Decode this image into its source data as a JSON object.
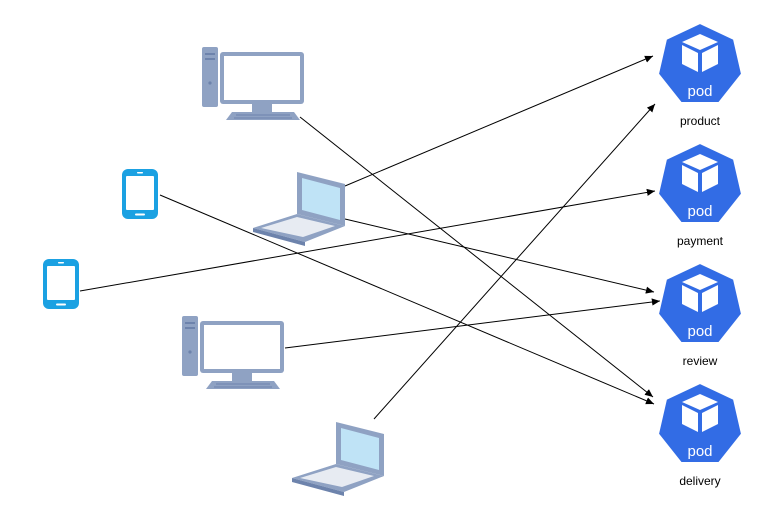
{
  "colors": {
    "pod_fill": "#326CE5",
    "pod_stroke": "#ffffff",
    "device_frame": "#8FA2C3",
    "device_frame_dark": "#6D83AC",
    "device_light": "#E7EBF2",
    "screen_white": "#ffffff",
    "laptop_screen": "#BFE3F6",
    "phone_blue": "#1BA1E2",
    "arrow": "#000000"
  },
  "pods": [
    {
      "id": "product",
      "label": "product",
      "icon_text": "pod",
      "icon": "kubernetes-pod-icon"
    },
    {
      "id": "payment",
      "label": "payment",
      "icon_text": "pod",
      "icon": "kubernetes-pod-icon"
    },
    {
      "id": "review",
      "label": "review",
      "icon_text": "pod",
      "icon": "kubernetes-pod-icon"
    },
    {
      "id": "delivery",
      "label": "delivery",
      "icon_text": "pod",
      "icon": "kubernetes-pod-icon"
    }
  ],
  "clients": [
    {
      "id": "desktop-1",
      "type": "desktop",
      "icon": "desktop-computer-icon"
    },
    {
      "id": "phone-1",
      "type": "phone",
      "icon": "smartphone-icon"
    },
    {
      "id": "laptop-1",
      "type": "laptop",
      "icon": "laptop-icon"
    },
    {
      "id": "phone-2",
      "type": "phone",
      "icon": "smartphone-icon"
    },
    {
      "id": "desktop-2",
      "type": "desktop",
      "icon": "desktop-computer-icon"
    },
    {
      "id": "laptop-2",
      "type": "laptop",
      "icon": "laptop-icon"
    }
  ],
  "connections": [
    {
      "from": "desktop-1",
      "to": "delivery"
    },
    {
      "from": "laptop-1",
      "to": "product"
    },
    {
      "from": "laptop-1",
      "to": "review"
    },
    {
      "from": "phone-1",
      "to": "delivery"
    },
    {
      "from": "phone-2",
      "to": "payment"
    },
    {
      "from": "desktop-2",
      "to": "review"
    },
    {
      "from": "laptop-2",
      "to": "product"
    }
  ]
}
